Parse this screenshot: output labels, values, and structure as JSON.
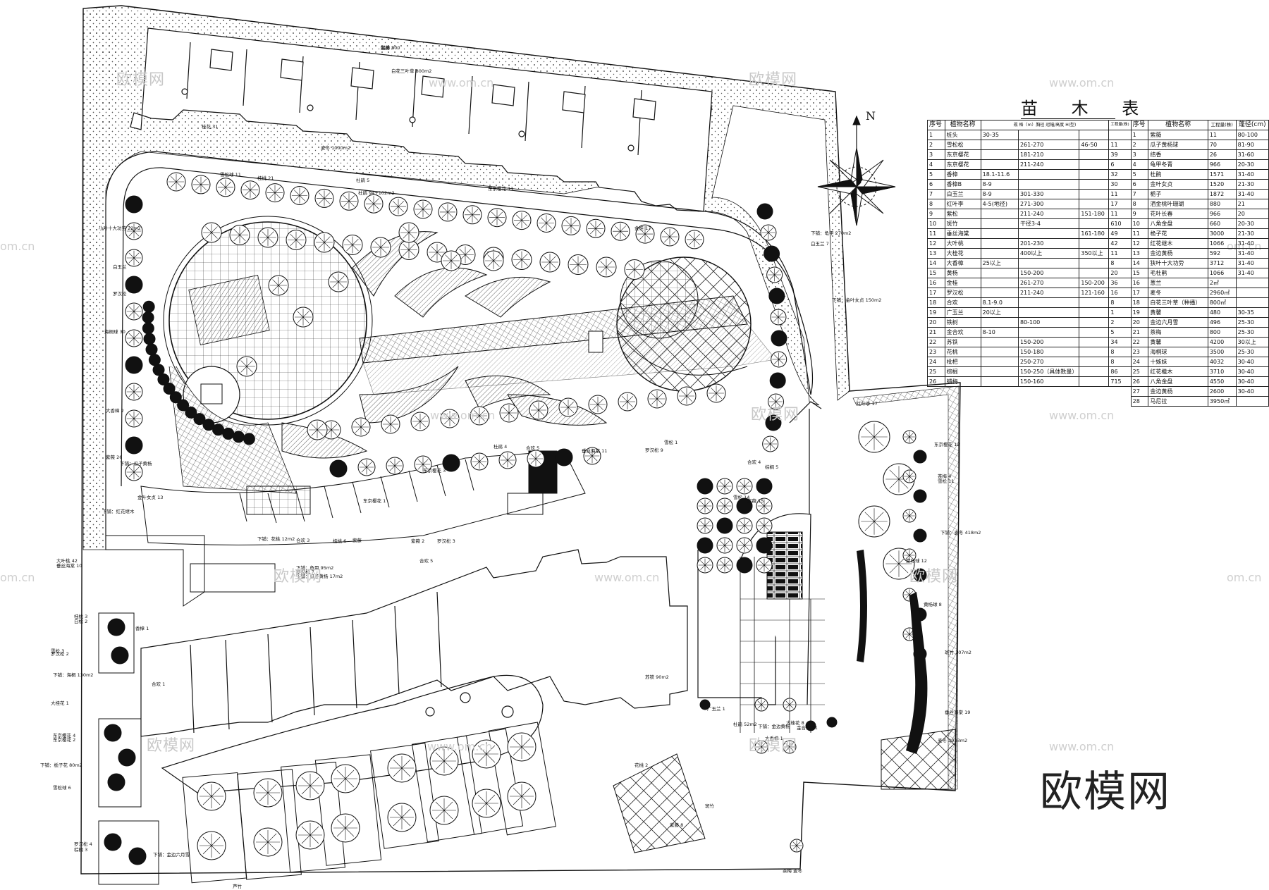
{
  "table": {
    "title": "苗 木 表",
    "left_header": {
      "num": "序号",
      "name": "植物名称",
      "spec": "规 格（m）胸径 冠幅/高度 H(型)",
      "qty": "工程量(株)"
    },
    "right_header": {
      "num": "序号",
      "name": "植物名称",
      "qty": "工程量(株)",
      "spread": "蓬径(cm)"
    },
    "left_rows": [
      {
        "n": "1",
        "name": "桩头",
        "a": "30-35",
        "b": "",
        "c": "",
        "q": ""
      },
      {
        "n": "2",
        "name": "雪松松",
        "a": "",
        "b": "261-270",
        "c": "46-50",
        "q": "11"
      },
      {
        "n": "3",
        "name": "东京樱花",
        "a": "",
        "b": "181-210",
        "c": "",
        "q": "39"
      },
      {
        "n": "4",
        "name": "东京樱花",
        "a": "",
        "b": "211-240",
        "c": "",
        "q": "6"
      },
      {
        "n": "5",
        "name": "香樟",
        "a": "18.1-11.6",
        "b": "",
        "c": "",
        "q": "32"
      },
      {
        "n": "6",
        "name": "香樟B",
        "a": "8-9",
        "b": "",
        "c": "",
        "q": "30"
      },
      {
        "n": "7",
        "name": "白玉兰",
        "a": "8-9",
        "b": "301-330",
        "c": "",
        "q": "11"
      },
      {
        "n": "8",
        "name": "红叶李",
        "a": "4-5(地径)",
        "b": "271-300",
        "c": "",
        "q": "17"
      },
      {
        "n": "9",
        "name": "紫松",
        "a": "",
        "b": "211-240",
        "c": "151-180",
        "q": "11"
      },
      {
        "n": "10",
        "name": "斑竹",
        "a": "",
        "b": "干径3-4",
        "c": "",
        "q": "610"
      },
      {
        "n": "11",
        "name": "垂丝海棠",
        "a": "",
        "b": "",
        "c": "161-180",
        "q": "49"
      },
      {
        "n": "12",
        "name": "大叶桃",
        "a": "",
        "b": "201-230",
        "c": "",
        "q": "42"
      },
      {
        "n": "13",
        "name": "大桂花",
        "a": "",
        "b": "400以上",
        "c": "350以上",
        "q": "11"
      },
      {
        "n": "14",
        "name": "大香樟",
        "a": "25以上",
        "b": "",
        "c": "",
        "q": "8"
      },
      {
        "n": "15",
        "name": "黄杨",
        "a": "",
        "b": "150-200",
        "c": "",
        "q": "20"
      },
      {
        "n": "16",
        "name": "金桂",
        "a": "",
        "b": "261-270",
        "c": "150-200",
        "q": "36"
      },
      {
        "n": "17",
        "name": "罗汉松",
        "a": "",
        "b": "211-240",
        "c": "121-160",
        "q": "16"
      },
      {
        "n": "18",
        "name": "合欢",
        "a": "8.1-9.0",
        "b": "",
        "c": "",
        "q": "8"
      },
      {
        "n": "19",
        "name": "广玉兰",
        "a": "20以上",
        "b": "",
        "c": "",
        "q": "1"
      },
      {
        "n": "20",
        "name": "铁树",
        "a": "",
        "b": "80-100",
        "c": "",
        "q": "2"
      },
      {
        "n": "21",
        "name": "金合欢",
        "a": "8-10",
        "b": "",
        "c": "",
        "q": "5"
      },
      {
        "n": "22",
        "name": "苏铁",
        "a": "",
        "b": "150-200",
        "c": "",
        "q": "34"
      },
      {
        "n": "23",
        "name": "花桃",
        "a": "",
        "b": "150-180",
        "c": "",
        "q": "8"
      },
      {
        "n": "24",
        "name": "枇杷",
        "a": "",
        "b": "250-270",
        "c": "",
        "q": "8"
      },
      {
        "n": "25",
        "name": "棕榈",
        "a": "",
        "b": "150-250（具体数量）",
        "c": "",
        "q": "86"
      },
      {
        "n": "26",
        "name": "蜡梅",
        "a": "",
        "b": "150-160",
        "c": "",
        "q": "715"
      }
    ],
    "right_rows": [
      {
        "n": "1",
        "name": "紫薇",
        "q": "11",
        "s": "80-100"
      },
      {
        "n": "2",
        "name": "瓜子黄杨球",
        "q": "70",
        "s": "81-90"
      },
      {
        "n": "3",
        "name": "结香",
        "q": "26",
        "s": "31-60"
      },
      {
        "n": "4",
        "name": "龟甲冬青",
        "q": "966",
        "s": "20-30"
      },
      {
        "n": "5",
        "name": "杜鹃",
        "q": "1571",
        "s": "31-40"
      },
      {
        "n": "6",
        "name": "金叶女贞",
        "q": "1520",
        "s": "21-30"
      },
      {
        "n": "7",
        "name": "栀子",
        "q": "1872",
        "s": "31-40"
      },
      {
        "n": "8",
        "name": "洒金桃叶珊瑚",
        "q": "880",
        "s": "21"
      },
      {
        "n": "9",
        "name": "花叶长春",
        "q": "966",
        "s": "20"
      },
      {
        "n": "10",
        "name": "八角金盘",
        "q": "660",
        "s": "20-30"
      },
      {
        "n": "11",
        "name": "桅子花",
        "q": "3000",
        "s": "21-30"
      },
      {
        "n": "12",
        "name": "红花继木",
        "q": "1066",
        "s": "31-40"
      },
      {
        "n": "13",
        "name": "金边黄杨",
        "q": "592",
        "s": "31-40"
      },
      {
        "n": "14",
        "name": "狭叶十大功劳",
        "q": "3712",
        "s": "31-40"
      },
      {
        "n": "15",
        "name": "毛杜鹃",
        "q": "1066",
        "s": "31-40"
      },
      {
        "n": "16",
        "name": "葱兰",
        "q": "2㎡",
        "s": ""
      },
      {
        "n": "17",
        "name": "麦冬",
        "q": "2960㎡",
        "s": ""
      },
      {
        "n": "18",
        "name": "白花三叶草（种播）",
        "q": "800㎡",
        "s": ""
      },
      {
        "n": "19",
        "name": "黄馨",
        "q": "480",
        "s": "30-35"
      },
      {
        "n": "20",
        "name": "金边六月雪",
        "q": "496",
        "s": "25-30"
      },
      {
        "n": "21",
        "name": "茶梅",
        "q": "800",
        "s": "25-30"
      },
      {
        "n": "22",
        "name": "黄馨",
        "q": "4200",
        "s": "30以上"
      },
      {
        "n": "23",
        "name": "海桐球",
        "q": "3500",
        "s": "25-30"
      },
      {
        "n": "24",
        "name": "十姊妹",
        "q": "4032",
        "s": "30-40"
      },
      {
        "n": "25",
        "name": "红花檵木",
        "q": "3710",
        "s": "30-40"
      },
      {
        "n": "26",
        "name": "八角金盘",
        "q": "4550",
        "s": "30-40"
      },
      {
        "n": "27",
        "name": "金边黄杨",
        "q": "2600",
        "s": "30-40"
      },
      {
        "n": "28",
        "name": "马尼拉",
        "q": "3950㎡",
        "s": ""
      }
    ]
  },
  "north": "N",
  "logo": "欧模网",
  "watermark": {
    "text": "欧模网",
    "url": "www.om.cn",
    "url_short": "om.cn"
  },
  "plan_labels": [
    "蜡梅 500",
    "白花三叶草 800m2",
    "桂花 31",
    "麦冬 1000m2",
    "雪松球 11",
    "桂桃 21",
    "杜鹃 5",
    "杜鹃 94+102m2",
    "东京樱花 11",
    "金桂 17",
    "小叶十大功劳 22m2",
    "白玉兰",
    "罗汉松",
    "海桐球 30",
    "大香樟 2",
    "紫薇 26",
    "下铺：瓜子黄杨",
    "金叶女贞 13",
    "下铺：红花继木",
    "东京樱花 1",
    "东京樱花 3",
    "合欢 5",
    "杜鹃 4",
    "雪松 1",
    "垂丝海棠 11",
    "罗汉松 9",
    "合欢 4",
    "棕榈 5",
    "雪松 14",
    "紫薇 15",
    "下铺：龟甲 270m2",
    "白玉兰 7",
    "下铺：金叶女贞 150m2",
    "红叶李 17",
    "东京樱花 12",
    "茶梅 4",
    "雪松 11",
    "下铺：麦冬 418m2",
    "紫杉球 12",
    "黄杨球 8",
    "斑竹 307m2",
    "垂丝海棠 19",
    "麦冬 3933m2",
    "大叶桃 42",
    "垂丝海棠 10",
    "下铺：花桃 12m2",
    "合欢 3",
    "桂桃 6",
    "紫藤",
    "罗汉松 7",
    "下铺：瓜子黄杨 17m2",
    "紫薇 2",
    "罗汉松 3",
    "合欢 5",
    "下铺：龟甲 95m2",
    "桂桃 3",
    "白松 2",
    "香樟 1",
    "雪松 3",
    "罗汉松 2",
    "下铺：海桐 130m2",
    "合欢 1",
    "大桂花 1",
    "东京樱花 4",
    "东京樱花 2",
    "下铺：栀子花 80m2",
    "雪松球 6",
    "紫藤 8",
    "斑竹",
    "杜鹃 52m2",
    "大香樟 1",
    "大桂花 8",
    "金合欢 11",
    "下铺：金边六月雪",
    "罗汉松 4",
    "棕榈 3",
    "广玉兰 1",
    "苏铁 90m2",
    "下铺：金边黄杨",
    "芦竹",
    "花桃 2",
    "茶梅 麦冬",
    "紫藤 2"
  ],
  "colors": {
    "line": "#111111",
    "hatch": "#333333",
    "watermark": "#c8c8c8",
    "background": "#ffffff"
  }
}
